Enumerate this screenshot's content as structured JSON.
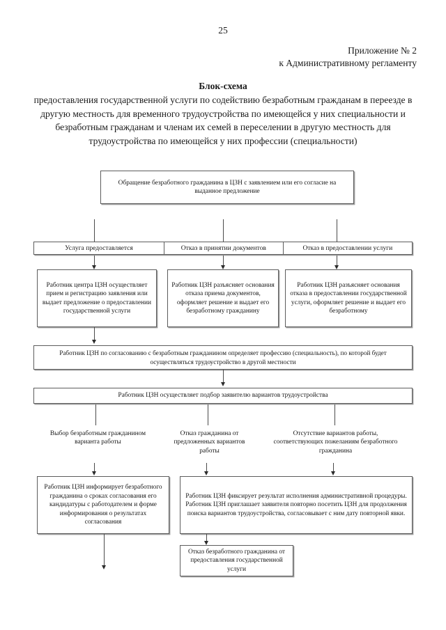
{
  "document": {
    "page_number": "25",
    "appendix_line1": "Приложение  № 2",
    "appendix_line2": "к Административному регламенту",
    "title": "Блок-схема",
    "subtitle": "предоставления государственной услуги по содействию безработным гражданам в переезде в другую местность для временного трудоустройства по имеющейся у них специальности и безработным гражданам и членам их семей в переселении в другую местность для трудоустройства по имеющейся у них профессии (специальности)"
  },
  "flowchart": {
    "start_node": "Обращение безработного гражданина в ЦЗН с заявлением или его согласие на выданное предложение",
    "outcome_headers": [
      "Услуга предоставляется",
      "Отказ в принятии документов",
      "Отказ в предоставлении услуги"
    ],
    "outcome_boxes": [
      "Работник центра ЦЗН осуществляет прием и регистрацию заявления или выдает  предложение о предоставлении государственной услуги",
      "Работник ЦЗН разъясняет основания отказа приема документов, оформляет решение и выдает его безработному гражданину",
      "Работник ЦЗН разъясняет основания отказа в предоставлении государственной услуги, оформляет решение и выдает его безработному"
    ],
    "profession_node": "Работник ЦЗН по согласованию с безработным гражданином определяет профессию (специальность), по которой будет осуществляться трудоустройство в другой местности",
    "selection_node": "Работник ЦЗН осуществляет подбор заявителю вариантов трудоустройства",
    "branch_labels": [
      "Выбор безработным гражданином варианта работы",
      "Отказ гражданина от предложенных вариантов работы",
      "Отсутствие вариантов работы, соответствующих пожеланиям безработного гражданина"
    ],
    "inform_node": "Работник ЦЗН информирует безработного гражданина о сроках согласования его кандидатуры с работодателем и форме информирования о результатах согласования",
    "record_node": "Работник ЦЗН фиксирует результат исполнения административной процедуры.\nРаботник ЦЗН приглашает заявителя повторно посетить ЦЗН для продолжения поиска вариантов трудоустройства, согласовывает с ним дату повторной явки.",
    "refusal_node": "Отказ безработного гражданина от предоставления государственной услуги"
  }
}
